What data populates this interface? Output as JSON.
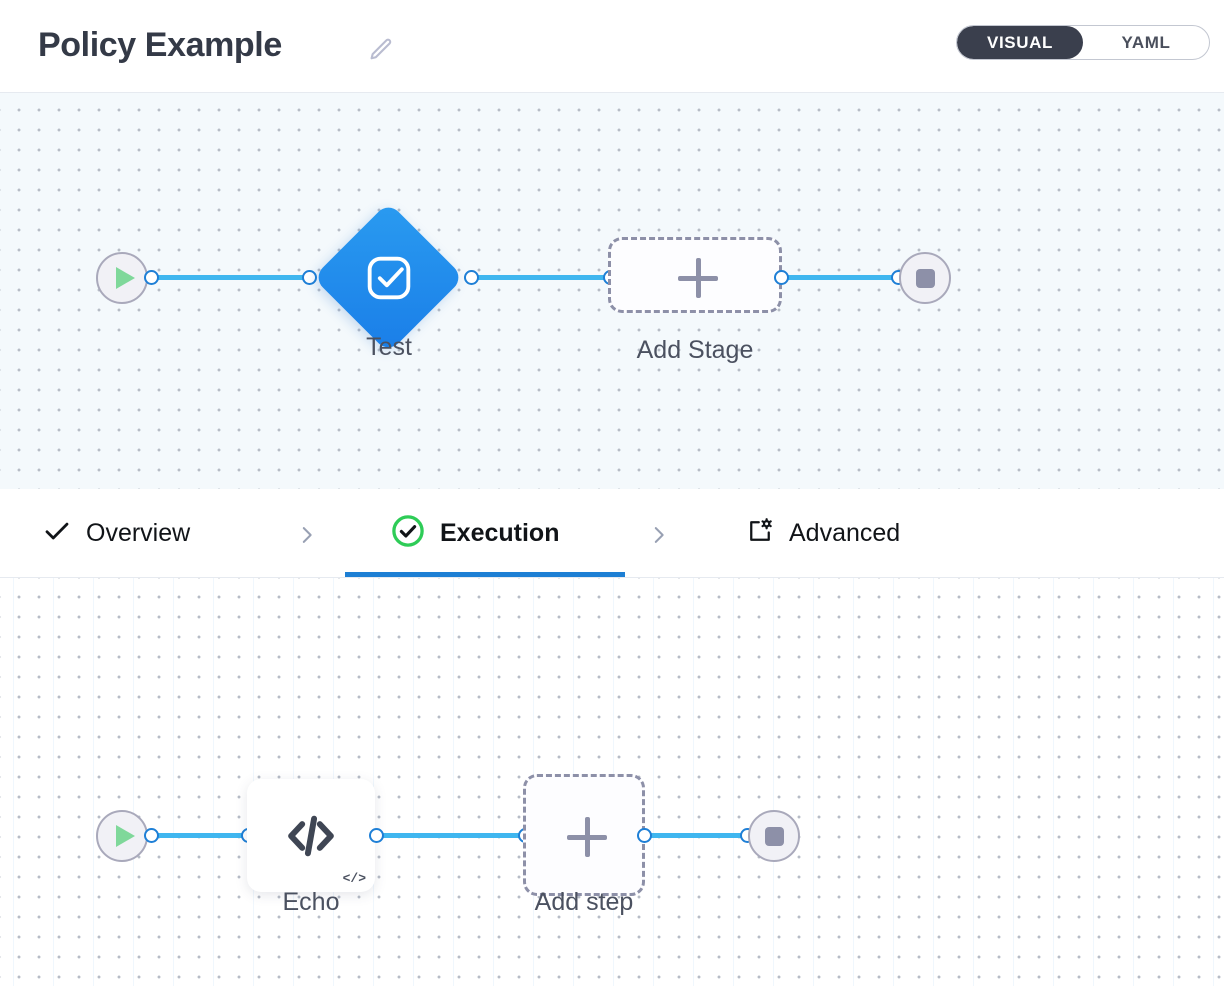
{
  "header": {
    "title": "Policy Example",
    "edit_icon": "pencil-icon",
    "view_toggle": {
      "options": [
        "VISUAL",
        "YAML"
      ],
      "active": "VISUAL"
    }
  },
  "stage_canvas": {
    "name": "stages-canvas",
    "background_color": "#f4f9fc",
    "nodes": [
      {
        "type": "start",
        "icon": "play-icon",
        "label": ""
      },
      {
        "type": "stage",
        "icon": "approval-check-icon",
        "label": "Test",
        "color": "#1a7ee8"
      },
      {
        "type": "add",
        "icon": "plus-icon",
        "label": "Add Stage"
      },
      {
        "type": "end",
        "icon": "stop-icon",
        "label": ""
      }
    ]
  },
  "tabs": {
    "items": [
      {
        "label": "Overview",
        "icon": "check-icon",
        "active": false
      },
      {
        "label": "Execution",
        "icon": "check-circle-icon",
        "active": true
      },
      {
        "label": "Advanced",
        "icon": "settings-window-icon",
        "active": false
      }
    ],
    "separator": "chevron-right-icon",
    "active_underline_color": "#1d7fd4"
  },
  "step_canvas": {
    "name": "steps-canvas",
    "background_color": "#ffffff",
    "nodes": [
      {
        "type": "start",
        "icon": "play-icon",
        "label": ""
      },
      {
        "type": "step",
        "icon": "code-icon",
        "badge": "</>",
        "label": "Echo"
      },
      {
        "type": "add",
        "icon": "plus-icon",
        "label": "Add step"
      },
      {
        "type": "end",
        "icon": "stop-icon",
        "label": ""
      }
    ]
  },
  "colors": {
    "connector": "#3fb6ef",
    "port_ring": "#1e7fd6",
    "accent": "#1d7fd4",
    "success": "#2ecc57",
    "muted": "#8d90a8"
  }
}
